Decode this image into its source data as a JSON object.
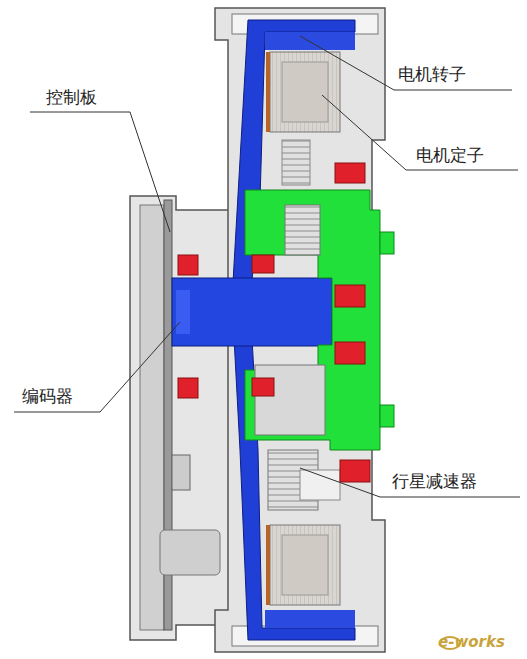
{
  "diagram": {
    "labels": [
      "控制板",
      "电机转子",
      "电机定子",
      "编码器",
      "行星减速器",
      "e-works"
    ]
  }
}
